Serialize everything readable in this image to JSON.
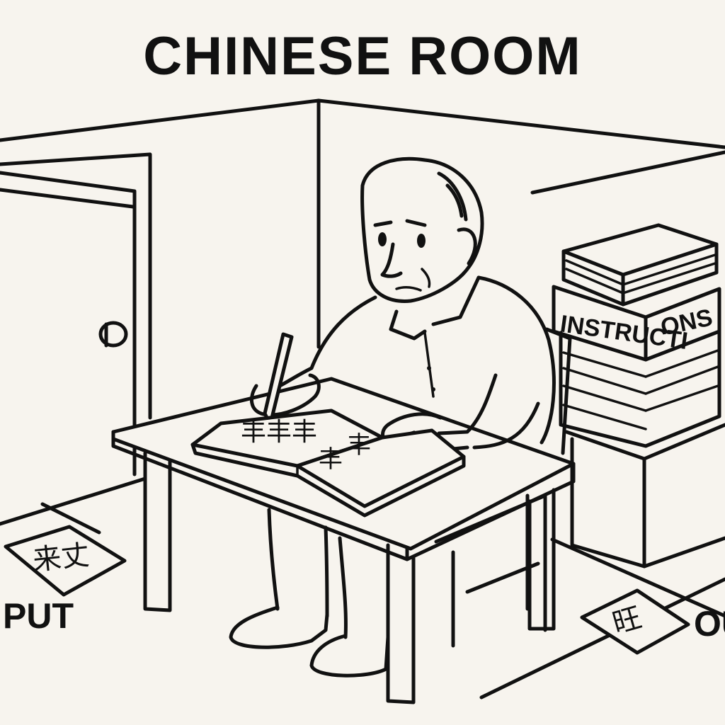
{
  "title": "CHINESE ROOM",
  "labels": {
    "input": "PUT",
    "output": "OU",
    "instructions_left": "INSTRUCTI",
    "instructions_right": "ONS"
  },
  "glyphs": {
    "input_note": "来丈",
    "output_note": "旺"
  },
  "colors": {
    "ink": "#111111",
    "paper": "#f7f4ee"
  }
}
